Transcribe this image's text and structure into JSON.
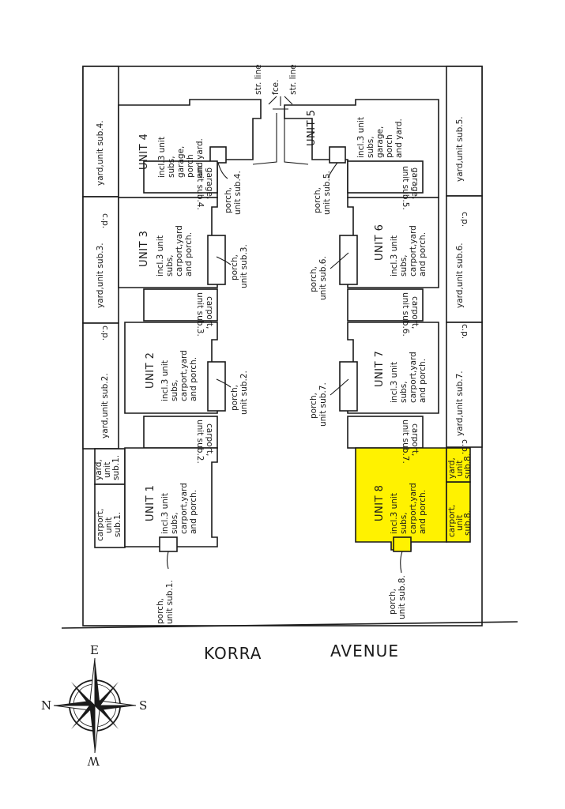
{
  "street": {
    "word1": "KORRA",
    "word2": "AVENUE"
  },
  "compass": {
    "top": "E",
    "left": "N",
    "right": "S",
    "bottom": "W"
  },
  "top_labels": {
    "str_line_left": "str. line",
    "fce": "fce.",
    "str_line_right": "str. line"
  },
  "units": [
    {
      "name": "UNIT 1",
      "lines": [
        "incl.3 unit",
        "subs,",
        "carport,yard",
        "and porch."
      ]
    },
    {
      "name": "UNIT 2",
      "lines": [
        "incl.3 unit",
        "subs,",
        "carport,yard",
        "and porch."
      ]
    },
    {
      "name": "UNIT 3",
      "lines": [
        "incl.3 unit",
        "subs,",
        "carport,yard",
        "and porch."
      ]
    },
    {
      "name": "UNIT 4",
      "lines": [
        "incl.3 unit",
        "subs,",
        "garage,",
        "porch",
        "and yard."
      ]
    },
    {
      "name": "UNIT 5",
      "lines": [
        "incl.3 unit",
        "subs,",
        "garage,",
        "porch",
        "and yard."
      ]
    },
    {
      "name": "UNIT 6",
      "lines": [
        "incl.3 unit",
        "subs,",
        "carport,yard",
        "and porch."
      ]
    },
    {
      "name": "UNIT 7",
      "lines": [
        "incl.3 unit",
        "subs,",
        "carport,yard",
        "and porch."
      ]
    },
    {
      "name": "UNIT 8",
      "lines": [
        "incl.3 unit",
        "subs,",
        "carport,yard",
        "and porch."
      ]
    }
  ],
  "yards": {
    "y1": [
      "yard,",
      "unit",
      "sub.1."
    ],
    "y2": "yard,unit sub.2.",
    "y3": "yard,unit sub.3.",
    "y4": "yard,unit sub.4.",
    "y5": "yard,unit sub.5.",
    "y6": "yard,unit sub.6.",
    "y7": "yard,unit sub.7.",
    "y8": [
      "yard,",
      "unit",
      "sub.8."
    ]
  },
  "carports": {
    "c1": [
      "carport,",
      "unit",
      "sub.1."
    ],
    "c2": [
      "carport,",
      "unit sub.2."
    ],
    "c3": [
      "carport,",
      "unit sub.3."
    ],
    "c6": [
      "carport,",
      "unit sub.6."
    ],
    "c7": [
      "carport,",
      "unit sub.7."
    ],
    "c8": [
      "carport,",
      "unit",
      "sub.8."
    ]
  },
  "garages": {
    "g4": [
      "garage,",
      "unit sub.4."
    ],
    "g5": [
      "garage,",
      "unit sub.5."
    ]
  },
  "porches": {
    "p1": [
      "porch,",
      "unit sub.1."
    ],
    "p2": [
      "porch,",
      "unit sub.2."
    ],
    "p3": [
      "porch,",
      "unit sub.3."
    ],
    "p4": [
      "porch,",
      "unit sub.4."
    ],
    "p5": [
      "porch,",
      "unit sub.5."
    ],
    "p6": [
      "porch,",
      "unit sub.6."
    ],
    "p7": [
      "porch,",
      "unit sub.7."
    ],
    "p8": [
      "porch,",
      "unit sub.8."
    ]
  },
  "cp_marks": {
    "text": "c.p."
  },
  "colors": {
    "highlight": "#fff200",
    "ink": "#1a1a1a",
    "background": "#ffffff"
  }
}
